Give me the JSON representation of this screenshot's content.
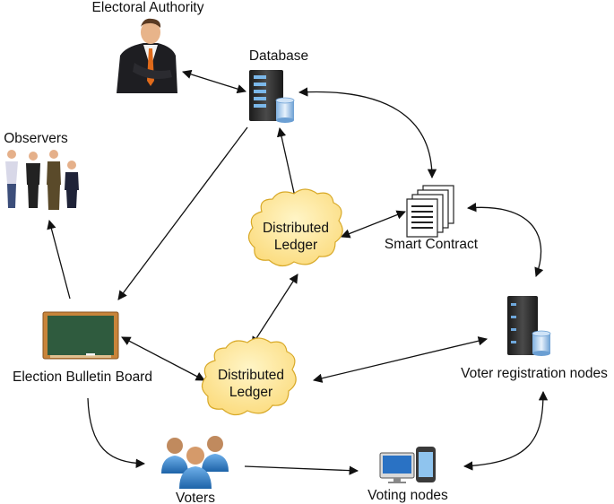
{
  "diagram": {
    "labels": {
      "electoral_authority": "Electoral Authority",
      "database": "Database",
      "observers": "Observers",
      "smart_contract": "Smart Contract",
      "ledger_top_line1": "Distributed",
      "ledger_top_line2": "Ledger",
      "ledger_bottom_line1": "Distributed",
      "ledger_bottom_line2": "Ledger",
      "bulletin_board": "Election Bulletin Board",
      "voter_registration": "Voter registration nodes",
      "voters": "Voters",
      "voting_nodes": "Voting nodes"
    },
    "icons": {
      "electoral_authority": "businessman-icon",
      "database": "server-database-icon",
      "observers": "people-group-icon",
      "smart_contract": "documents-stack-icon",
      "ledger": "cloud-icon",
      "bulletin_board": "chalkboard-icon",
      "voter_registration": "server-rack-icon",
      "voters": "user-group-icon",
      "voting_nodes": "devices-icon"
    },
    "colors": {
      "cloud_fill": "#fde69a",
      "cloud_stroke": "#d8a928",
      "board_green": "#2f5b3e",
      "board_frame": "#c8843a",
      "arrow": "#111111"
    }
  }
}
